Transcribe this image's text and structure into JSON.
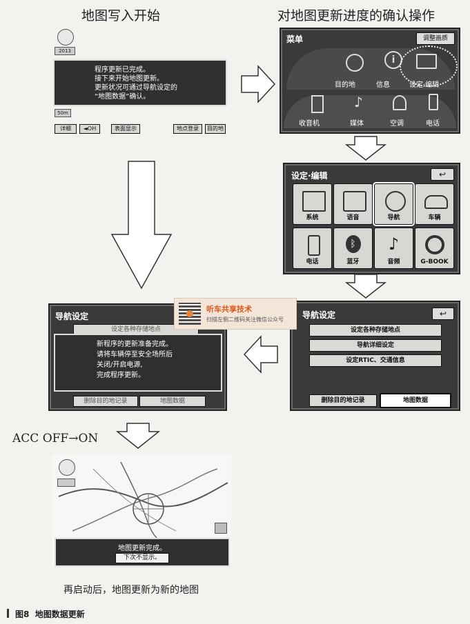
{
  "headings": {
    "left": "地图写入开始",
    "right": "对地图更新进度的确认操作"
  },
  "screen1": {
    "top_badge": "2013",
    "dialog_lines": [
      "程序更新已完成。",
      "接下来开始地图更新。",
      "更新状况可通过导航设定的",
      "“地图数据”确认。"
    ],
    "scale_badge": "50m",
    "bottom_buttons": [
      "详细",
      "◄OH",
      "表面显示",
      "地点登录",
      "目的地"
    ]
  },
  "screen2": {
    "title": "菜单",
    "adjust_button": "调整画质",
    "top_row": [
      "目的地",
      "信息",
      "设定·编辑"
    ],
    "bottom_row": [
      "收音机",
      "媒体",
      "空调",
      "电话"
    ]
  },
  "screen3": {
    "title": "设定·编辑",
    "back": "↩",
    "tiles_row1": [
      "系统",
      "语音",
      "导航",
      "车辆"
    ],
    "tiles_row2": [
      "电话",
      "蓝牙",
      "音频",
      "G-BOOK"
    ]
  },
  "screen4": {
    "title": "导航设定",
    "back": "↩",
    "buttons": [
      "设定各种存储地点",
      "导航详细设定",
      "设定RTIC、交通信息"
    ],
    "bottom_buttons": [
      "删除目的地记录",
      "地图数据"
    ]
  },
  "screen5": {
    "title": "导航设定",
    "top_button": "设定各种存储地点",
    "dialog_lines": [
      "新程序的更新准备完成。",
      "请将车辆停至安全场所后",
      "关闭/开启电源,",
      "完成程序更新。"
    ],
    "bottom_buttons": [
      "删除目的地记录",
      "地图数据"
    ]
  },
  "watermark": {
    "title": "听车共享技术",
    "subtitle": "扫描左侧二维码关注微信公众号"
  },
  "acc_label": "ACC OFF→ON",
  "screen6": {
    "dialog_line": "地图更新完成。",
    "button": "下次不显示。"
  },
  "caption_restart": "再启动后，地图更新为新的地图",
  "figure_caption": "图8  地图数据更新"
}
